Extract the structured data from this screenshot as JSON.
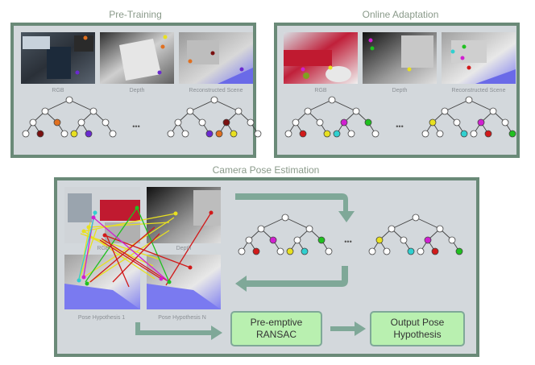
{
  "pretraining": {
    "title": "Pre-Training",
    "labels": {
      "rgb": "RGB",
      "depth": "Depth",
      "scene": "Reconstructed Scene"
    }
  },
  "adaptation": {
    "title": "Online Adaptation",
    "labels": {
      "rgb": "RGB",
      "depth": "Depth",
      "scene": "Reconstructed Scene"
    }
  },
  "pose": {
    "title": "Camera Pose Estimation",
    "labels": {
      "rgb": "RGB",
      "depth": "Depth",
      "hyp1": "Pose Hypothesis 1",
      "hypN": "Pose Hypothesis N"
    },
    "ransac": [
      "Pre-emptive",
      "RANSAC"
    ],
    "output": [
      "Output Pose",
      "Hypothesis"
    ]
  },
  "ellipsis": "•••",
  "colors": {
    "panel_border": "#6a8a78",
    "panel_bg": "#d3d8dc",
    "box_fill": "#b9f0b0",
    "arrow": "#7fa898",
    "red": "#d11a1a",
    "darkred": "#7a1010",
    "orange": "#e07020",
    "yellow": "#e8e020",
    "purple": "#6a2ad0",
    "magenta": "#d020d0",
    "green": "#20c020",
    "cyan": "#30d0d0"
  }
}
